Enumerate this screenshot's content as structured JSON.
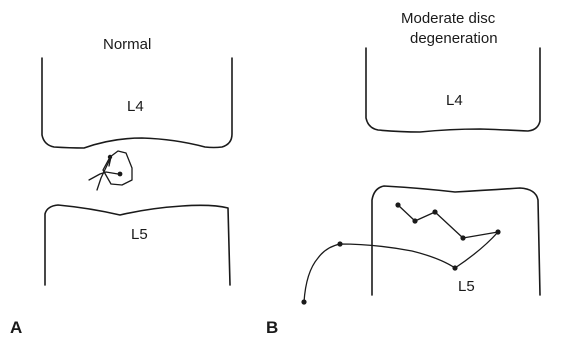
{
  "panel_a": {
    "title": "Normal",
    "upper_vertebra": "L4",
    "lower_vertebra": "L5",
    "letter": "A"
  },
  "panel_b": {
    "title_line1": "Moderate disc",
    "title_line2": "degeneration",
    "upper_vertebra": "L4",
    "lower_vertebra": "L5",
    "letter": "B"
  }
}
